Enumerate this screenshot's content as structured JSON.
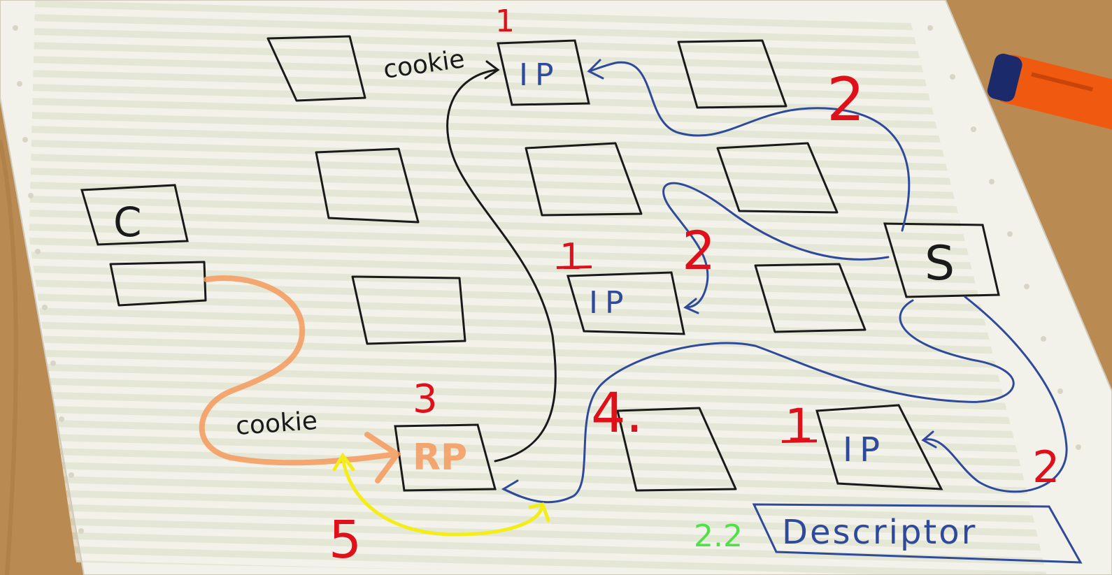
{
  "labels": {
    "cookie_top": "cookie",
    "cookie_bottom": "cookie",
    "box_c": "C",
    "box_s": "S",
    "ip_top": "IP",
    "ip_mid": "IP",
    "ip_bottom": "IP",
    "rp": "RP",
    "descriptor": "Descriptor"
  },
  "numbers": {
    "n1_top": "1",
    "n1_mid": "1",
    "n1_bottom": "1",
    "n2_top": "2",
    "n2_mid": "2",
    "n2_right": "2",
    "n3": "3",
    "n4": "4.",
    "n5": "5",
    "n22": "2.2"
  },
  "colors": {
    "wood": "#b98a52",
    "paper": "#f3f2ea",
    "stripe": "#dfe3cf",
    "ink_black": "#1a1a1a",
    "ink_blue": "#2f4a9a",
    "ink_red": "#e0101a",
    "ink_orange": "#f59a5c",
    "ink_yellow": "#f3ee1a",
    "ink_green": "#4fe04a",
    "marker_orange": "#f05a10",
    "marker_cap": "#1b2a6b"
  },
  "objects": {
    "highlighter": "highlighter-marker"
  }
}
